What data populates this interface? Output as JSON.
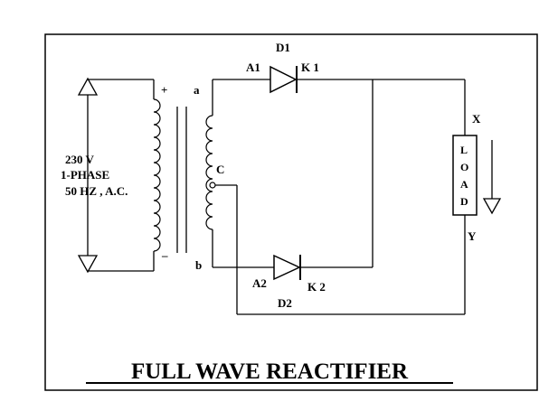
{
  "diagram": {
    "title": "FULL WAVE REACTIFIER",
    "source": {
      "line1": "230 V",
      "line2": "1-PHASE",
      "line3": "50 HZ , A.C.",
      "plus": "+",
      "minus": "–"
    },
    "transformer": {
      "tap_a": "a",
      "tap_b": "b",
      "center_tap": "C"
    },
    "diode1": {
      "name": "D1",
      "anode": "A1",
      "cathode": "K 1"
    },
    "diode2": {
      "name": "D2",
      "anode": "A2",
      "cathode": "K 2"
    },
    "load": {
      "letters": [
        "L",
        "O",
        "A",
        "D"
      ],
      "top": "X",
      "bottom": "Y"
    }
  }
}
